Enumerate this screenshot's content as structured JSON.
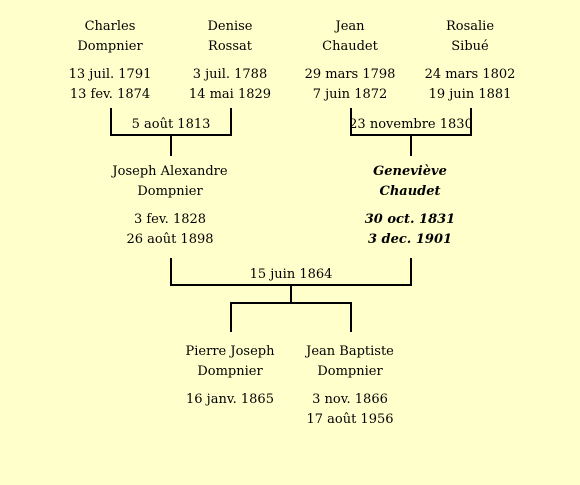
{
  "grandparents": [
    {
      "first": "Charles",
      "last": "Dompnier",
      "birth": "13 juil. 1791",
      "death": "13 fev. 1874"
    },
    {
      "first": "Denise",
      "last": "Rossat",
      "birth": "3 juil. 1788",
      "death": "14 mai 1829"
    },
    {
      "first": "Jean",
      "last": "Chaudet",
      "birth": "29 mars 1798",
      "death": "7 juin 1872"
    },
    {
      "first": "Rosalie",
      "last": "Sibué",
      "birth": "24 mars 1802",
      "death": "19 juin 1881"
    }
  ],
  "marriages": {
    "left": "5 août 1813",
    "right": "23 novembre 1830",
    "parents": "15 juin 1864"
  },
  "parents": [
    {
      "first": "Joseph Alexandre",
      "last": "Dompnier",
      "birth": "3 fev. 1828",
      "death": "26 août 1898"
    },
    {
      "first": "Geneviève",
      "last": "Chaudet",
      "birth": "30 oct. 1831",
      "death": "3 dec. 1901"
    }
  ],
  "children": [
    {
      "first": "Pierre Joseph",
      "last": "Dompnier",
      "birth": "16 janv. 1865",
      "death": ""
    },
    {
      "first": "Jean Baptiste",
      "last": "Dompnier",
      "birth": "3 nov. 1866",
      "death": "17 août 1956"
    }
  ]
}
